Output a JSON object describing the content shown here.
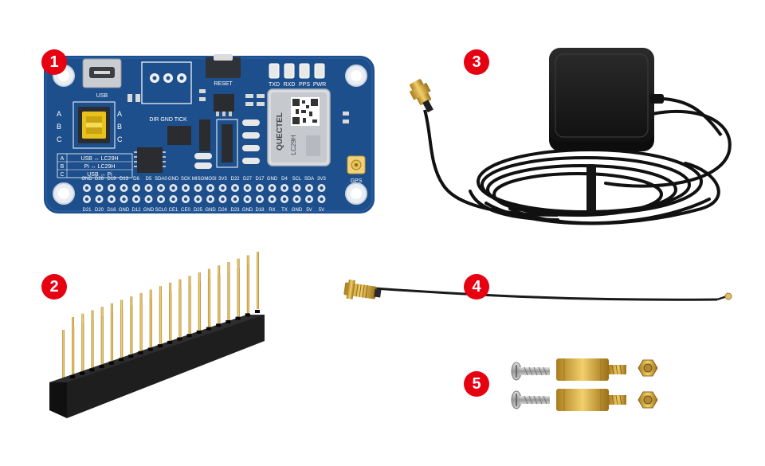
{
  "badges": [
    "1",
    "2",
    "3",
    "4",
    "5"
  ],
  "board": {
    "top_labels": [
      "USB",
      "RESET",
      "TXD",
      "RXD",
      "PPS",
      "PWR",
      "DIR GND TICK",
      "GPS"
    ],
    "side_letters": [
      "A",
      "B",
      "C"
    ],
    "mode_table": [
      {
        "key": "A",
        "text": "USB ↔ LC29H"
      },
      {
        "key": "B",
        "text": "Pi ↔ LC29H"
      },
      {
        "key": "C",
        "text": "USB ↔ Pi"
      }
    ],
    "module_brand": "QUECTEL",
    "module_model": "LC29H",
    "header_top_labels": [
      "GND",
      "D26",
      "D19",
      "D13",
      "D6",
      "D5",
      "SDA0",
      "GND",
      "SCK",
      "MISO",
      "MOSI",
      "3V3",
      "D22",
      "D27",
      "D17",
      "GND",
      "D4",
      "SCL",
      "SDA",
      "3V3"
    ],
    "header_bottom_labels": [
      "D21",
      "D20",
      "D16",
      "GND",
      "D12",
      "GND",
      "SCL0",
      "CE1",
      "CE0",
      "D25",
      "GND",
      "D24",
      "D23",
      "GND",
      "D18",
      "RX",
      "TX",
      "GND",
      "5V",
      "5V"
    ]
  },
  "colors": {
    "badge": "#e60012",
    "pcb": "#1d4f8c",
    "silkscreen": "#ffffff",
    "gold": "#d4a63c",
    "cable": "#111111"
  }
}
